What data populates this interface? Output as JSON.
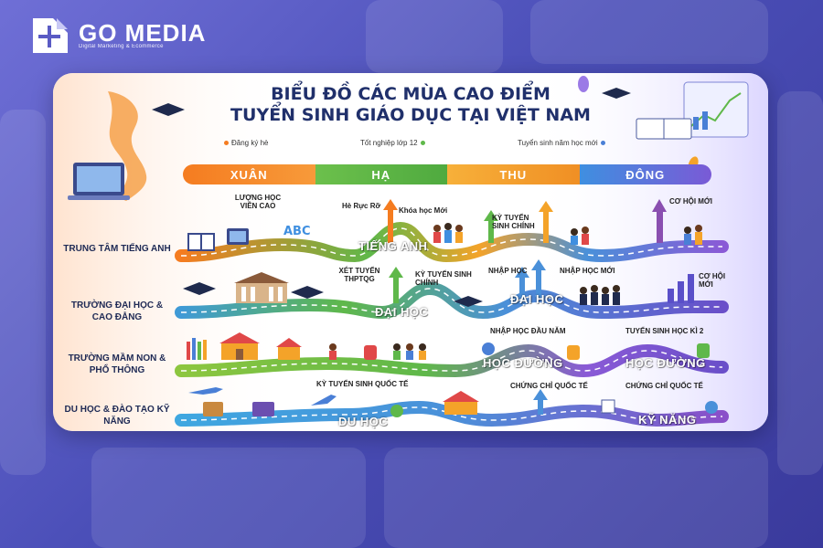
{
  "logo": {
    "brand": "GO MEDIA",
    "tagline": "Digital Marketing & Ecommerce"
  },
  "title": {
    "line1": "BIỂU ĐỒ CÁC MÙA CAO ĐIỂM",
    "line2": "TUYỂN SINH GIÁO DỤC TẠI VIỆT NAM"
  },
  "milestones": [
    "Đăng ký hè",
    "Tốt nghiệp lớp 12",
    "Tuyển sinh năm học mới"
  ],
  "seasons": [
    {
      "label": "XUÂN",
      "color": "#f57c20"
    },
    {
      "label": "HẠ",
      "color": "#5fb84a"
    },
    {
      "label": "THU",
      "color": "#f4a329"
    },
    {
      "label": "ĐÔNG",
      "color": "#4a7fd6"
    }
  ],
  "rows": [
    {
      "label": "TRUNG TÂM TIẾNG ANH",
      "big": [
        "TIẾNG ANH"
      ],
      "annotations": [
        "LƯỢNG HỌC VIÊN CAO",
        "Hè Rực Rỡ",
        "Khóa học Mới",
        "KỲ TUYỂN SINH CHÍNH",
        "CƠ HỘI MỚI"
      ],
      "icon_text": "ABC"
    },
    {
      "label": "TRƯỜNG ĐẠI HỌC & CAO ĐẲNG",
      "big": [
        "ĐẠI HỌC",
        "ĐẠI HỌC"
      ],
      "annotations": [
        "XÉT TUYỂN THPTQG",
        "KỲ TUYỂN SINH CHÍNH",
        "NHẬP HỌC",
        "NHẬP HỌC MỚI",
        "CƠ HỘI MỚI"
      ]
    },
    {
      "label": "TRƯỜNG MẦM NON & PHỔ THÔNG",
      "big": [
        "HỌC ĐƯỜNG",
        "HỌC ĐƯỜNG"
      ],
      "annotations": [
        "NHẬP HỌC ĐẦU NĂM",
        "TUYỂN SINH HỌC KÌ 2"
      ]
    },
    {
      "label": "DU HỌC & ĐÀO TẠO KỸ NĂNG",
      "big": [
        "DU HỌC",
        "KỸ NĂNG"
      ],
      "annotations": [
        "KỲ TUYỂN SINH QUỐC TẾ",
        "CHỨNG CHỈ QUỐC TẾ",
        "CHỨNG CHỈ QUỐC TẾ"
      ]
    }
  ],
  "colors": {
    "navy": "#20306b",
    "purple": "#8a5ad6",
    "orange": "#f57c20",
    "green": "#5fb84a",
    "blue": "#4a90d9"
  }
}
